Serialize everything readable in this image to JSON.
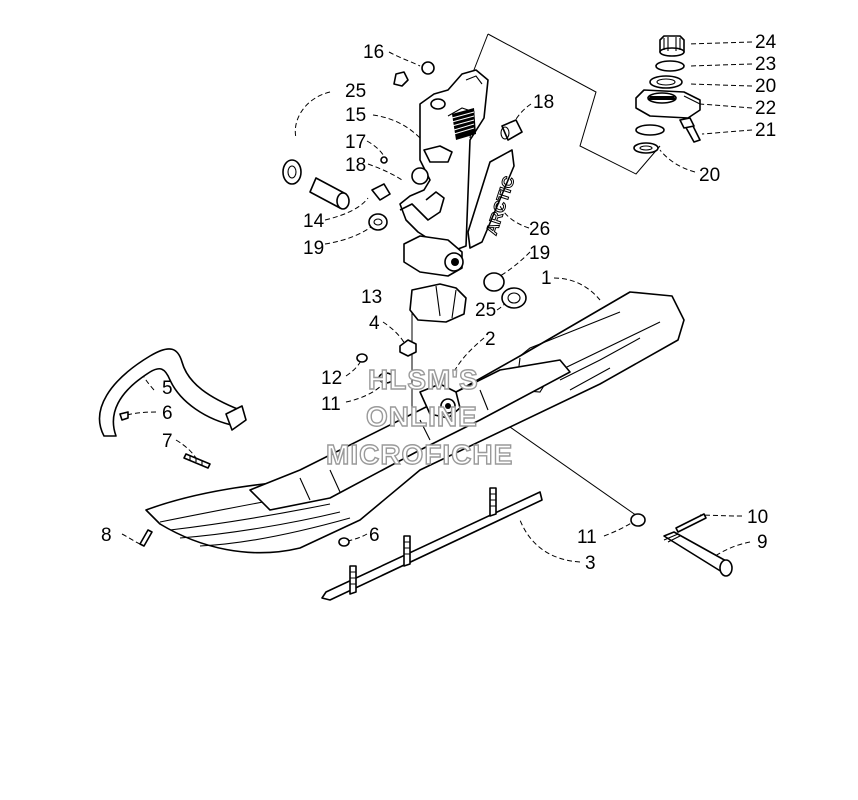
{
  "diagram": {
    "callouts": [
      {
        "id": "c24",
        "label": "24"
      },
      {
        "id": "c23",
        "label": "23"
      },
      {
        "id": "c20a",
        "label": "20"
      },
      {
        "id": "c22",
        "label": "22"
      },
      {
        "id": "c21",
        "label": "21"
      },
      {
        "id": "c20b",
        "label": "20"
      },
      {
        "id": "c16",
        "label": "16"
      },
      {
        "id": "c25a",
        "label": "25"
      },
      {
        "id": "c15",
        "label": "15"
      },
      {
        "id": "c18a",
        "label": "18"
      },
      {
        "id": "c17",
        "label": "17"
      },
      {
        "id": "c18b",
        "label": "18"
      },
      {
        "id": "c14",
        "label": "14"
      },
      {
        "id": "c19a",
        "label": "19"
      },
      {
        "id": "c26",
        "label": "26"
      },
      {
        "id": "c19b",
        "label": "19"
      },
      {
        "id": "c1",
        "label": "1"
      },
      {
        "id": "c13",
        "label": "13"
      },
      {
        "id": "c25b",
        "label": "25"
      },
      {
        "id": "c4",
        "label": "4"
      },
      {
        "id": "c2",
        "label": "2"
      },
      {
        "id": "c12",
        "label": "12"
      },
      {
        "id": "c5",
        "label": "5"
      },
      {
        "id": "c11a",
        "label": "11"
      },
      {
        "id": "c6a",
        "label": "6"
      },
      {
        "id": "c7",
        "label": "7"
      },
      {
        "id": "c10",
        "label": "10"
      },
      {
        "id": "c8",
        "label": "8"
      },
      {
        "id": "c6b",
        "label": "6"
      },
      {
        "id": "c11b",
        "label": "11"
      },
      {
        "id": "c9",
        "label": "9"
      },
      {
        "id": "c3",
        "label": "3"
      }
    ],
    "part_logo_text": "ARCTIC",
    "watermark": [
      "HLSM'S",
      "ONLINE",
      "MICROFICHE"
    ]
  }
}
